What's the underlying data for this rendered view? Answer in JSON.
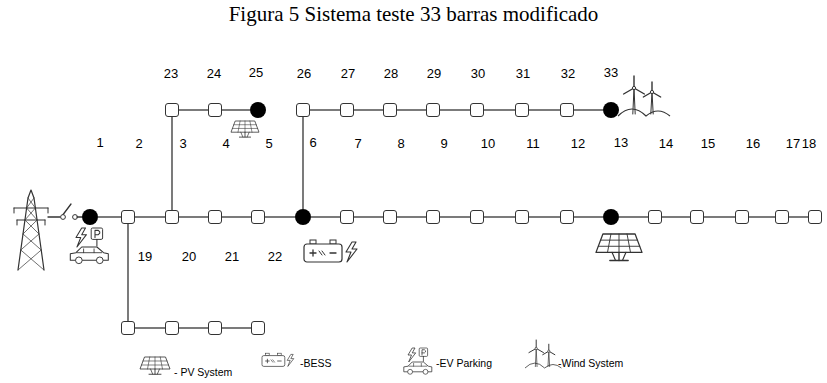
{
  "diagram": {
    "title": "Figura 5 Sistema teste 33 barras modificado",
    "nodes": [
      {
        "text": [
          "1"
        ]
      },
      {
        "text": [
          "2"
        ]
      },
      {
        "text": [
          "3"
        ]
      },
      {
        "text": [
          "4"
        ]
      },
      {
        "text": [
          "5"
        ]
      },
      {
        "text": [
          "6"
        ]
      },
      {
        "text": [
          "7"
        ]
      },
      {
        "text": [
          "8"
        ]
      },
      {
        "text": [
          "9"
        ]
      },
      {
        "text": [
          "10"
        ]
      },
      {
        "text": [
          "11"
        ]
      },
      {
        "text": [
          "12"
        ]
      },
      {
        "text": [
          "13"
        ]
      },
      {
        "text": [
          "14"
        ]
      },
      {
        "text": [
          "15"
        ]
      },
      {
        "text": [
          "16"
        ]
      },
      {
        "text": [
          "17"
        ]
      },
      {
        "text": [
          "18"
        ]
      },
      {
        "text": [
          "19"
        ]
      },
      {
        "text": [
          "20"
        ]
      },
      {
        "text": [
          "21"
        ]
      },
      {
        "text": [
          "22"
        ]
      },
      {
        "text": [
          "23"
        ]
      },
      {
        "text": [
          "24"
        ]
      },
      {
        "text": [
          "25"
        ]
      },
      {
        "text": [
          "26"
        ]
      },
      {
        "text": [
          "27"
        ]
      },
      {
        "text": [
          "28"
        ]
      },
      {
        "text": [
          "29"
        ]
      },
      {
        "text": [
          "30"
        ]
      },
      {
        "text": [
          "31"
        ]
      },
      {
        "text": [
          "32"
        ]
      },
      {
        "text": [
          "33"
        ]
      }
    ],
    "edges": [
      {
        "from": 0,
        "to": 1,
        "arrow": "none"
      },
      {
        "from": 1,
        "to": 2,
        "arrow": "none"
      },
      {
        "from": 2,
        "to": 3,
        "arrow": "none"
      },
      {
        "from": 3,
        "to": 4,
        "arrow": "none"
      },
      {
        "from": 4,
        "to": 5,
        "arrow": "none"
      },
      {
        "from": 5,
        "to": 6,
        "arrow": "none"
      },
      {
        "from": 6,
        "to": 7,
        "arrow": "none"
      },
      {
        "from": 7,
        "to": 8,
        "arrow": "none"
      },
      {
        "from": 8,
        "to": 9,
        "arrow": "none"
      },
      {
        "from": 9,
        "to": 10,
        "arrow": "none"
      },
      {
        "from": 10,
        "to": 11,
        "arrow": "none"
      },
      {
        "from": 11,
        "to": 12,
        "arrow": "none"
      },
      {
        "from": 12,
        "to": 13,
        "arrow": "none"
      },
      {
        "from": 13,
        "to": 14,
        "arrow": "none"
      },
      {
        "from": 14,
        "to": 15,
        "arrow": "none"
      },
      {
        "from": 15,
        "to": 16,
        "arrow": "none"
      },
      {
        "from": 16,
        "to": 17,
        "arrow": "none"
      },
      {
        "from": 1,
        "to": 18,
        "arrow": "none"
      },
      {
        "from": 18,
        "to": 19,
        "arrow": "none"
      },
      {
        "from": 19,
        "to": 20,
        "arrow": "none"
      },
      {
        "from": 20,
        "to": 21,
        "arrow": "none"
      },
      {
        "from": 2,
        "to": 22,
        "arrow": "none"
      },
      {
        "from": 22,
        "to": 23,
        "arrow": "none"
      },
      {
        "from": 23,
        "to": 24,
        "arrow": "none"
      },
      {
        "from": 5,
        "to": 25,
        "arrow": "none"
      },
      {
        "from": 25,
        "to": 26,
        "arrow": "none"
      },
      {
        "from": 26,
        "to": 27,
        "arrow": "none"
      },
      {
        "from": 27,
        "to": 28,
        "arrow": "none"
      },
      {
        "from": 28,
        "to": 29,
        "arrow": "none"
      },
      {
        "from": 29,
        "to": 30,
        "arrow": "none"
      },
      {
        "from": 30,
        "to": 31,
        "arrow": "none"
      },
      {
        "from": 31,
        "to": 32,
        "arrow": "none"
      }
    ],
    "legend": [
      {
        "text": "- PV System"
      },
      {
        "text": "-BESS"
      },
      {
        "text": "-EV Parking"
      },
      {
        "text": "-Wind System"
      }
    ]
  }
}
